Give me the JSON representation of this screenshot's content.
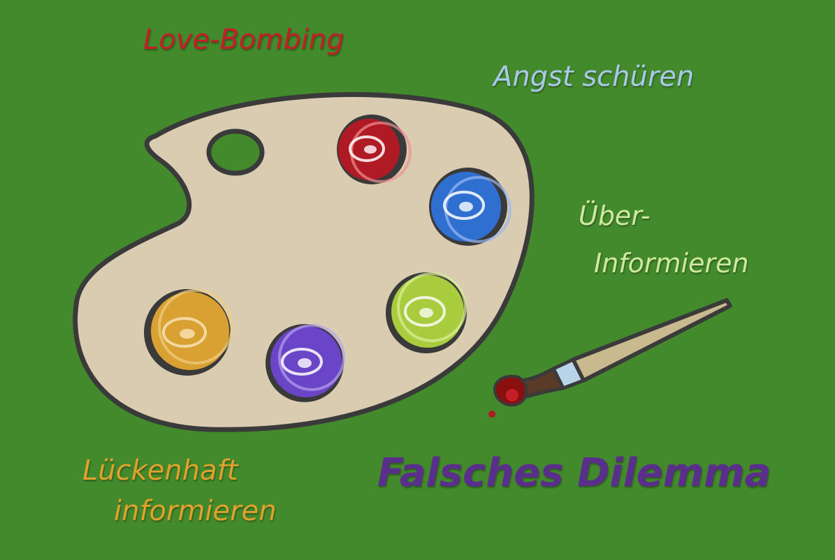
{
  "labels": {
    "love_bombing": "Love-Bombing",
    "angst": "Angst schüren",
    "ueber_line1": "Über-",
    "ueber_line2": "Informieren",
    "lueckenhaft_line1": "Lückenhaft",
    "lueckenhaft_line2": "informieren",
    "dilemma": "Falsches Dilemma"
  },
  "colors": {
    "background": "#438a2c",
    "palette": "#d9ccb1",
    "outline": "#3a3a3a",
    "red": "#b01a24",
    "blue": "#2f6fd0",
    "yellow_green": "#a8cc3e",
    "purple": "#6a45c8",
    "orange": "#d9a032",
    "label_love": "#c41f26",
    "label_angst": "#a9c8ea",
    "label_ueber": "#cfeaa0",
    "label_lueckenhaft": "#e0a22c",
    "label_dilemma": "#5a2f8c"
  },
  "icons": [
    "paint-palette-icon",
    "paintbrush-icon"
  ]
}
